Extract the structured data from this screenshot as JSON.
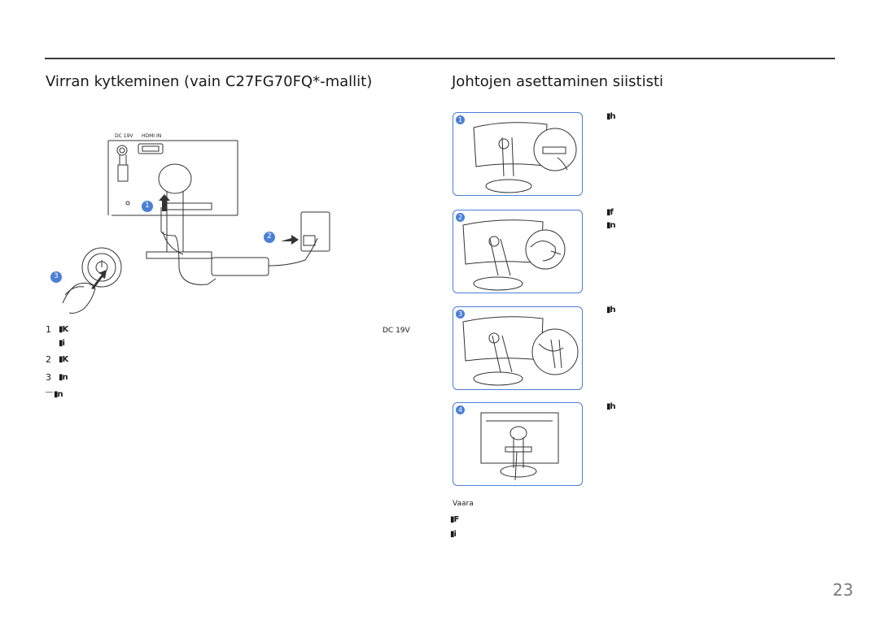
{
  "left": {
    "heading": "Virran kytkeminen (vain C27FG70FQ*-mallit)",
    "port_labels": [
      "DC 19V",
      "HDMI IN"
    ],
    "callouts": [
      "1",
      "2",
      "3"
    ],
    "steps": [
      {
        "num": "1",
        "glyph": "▮K",
        "glyph2": "▮i",
        "extra": "DC 19V"
      },
      {
        "num": "2",
        "glyph": "▮K"
      },
      {
        "num": "3",
        "glyph": "▮n"
      }
    ],
    "note_glyph": "▮n",
    "note_mark": "―"
  },
  "right": {
    "heading": "Johtojen asettaminen siististi",
    "panels": [
      {
        "badge": "1",
        "texts": [
          "▮h"
        ]
      },
      {
        "badge": "2",
        "texts": [
          "▮f",
          "▮n"
        ]
      },
      {
        "badge": "3",
        "texts": [
          "▮h"
        ]
      },
      {
        "badge": "4",
        "texts": [
          "▮h"
        ]
      }
    ],
    "warning_title": "Vaara",
    "warning_lines": [
      "▮F",
      "▮i"
    ]
  },
  "page_number": "23",
  "colors": {
    "accent": "#4b7fd6",
    "rule": "#3c3c3c"
  }
}
